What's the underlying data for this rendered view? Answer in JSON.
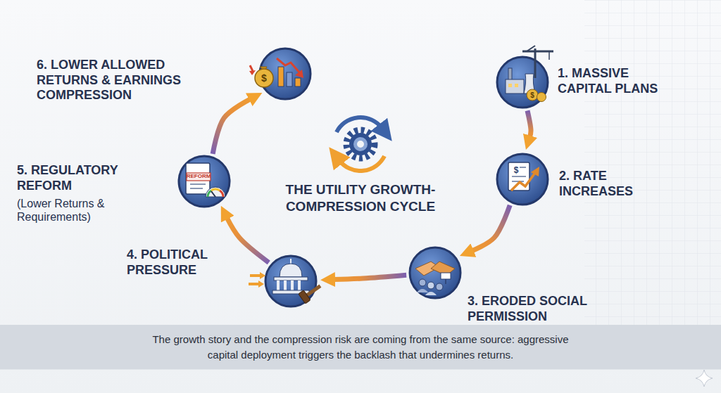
{
  "diagram": {
    "title": "THE UTILITY GROWTH-COMPRESSION CYCLE",
    "caption": "The growth story and the compression risk are coming from the same source: aggressive capital deployment triggers the backlash that undermines returns.",
    "nodes": [
      {
        "text": [
          "1. MASSIVE CAPITAL PLANS"
        ]
      },
      {
        "text": [
          "2. RATE INCREASES"
        ]
      },
      {
        "text": [
          "3. ERODED SOCIAL PERMISSION"
        ]
      },
      {
        "text": [
          "4. POLITICAL PRESSURE"
        ]
      },
      {
        "text": [
          "5. REGULATORY REFORM",
          "(Lower Returns & Requirements)"
        ]
      },
      {
        "text": [
          "6. LOWER ALLOWED RETURNS & EARNINGS COMPRESSION"
        ]
      }
    ],
    "edges": [
      {
        "from": 0,
        "to": 1,
        "arrow": "to"
      },
      {
        "from": 1,
        "to": 2,
        "arrow": "to"
      },
      {
        "from": 2,
        "to": 3,
        "arrow": "to"
      },
      {
        "from": 3,
        "to": 4,
        "arrow": "to"
      },
      {
        "from": 4,
        "to": 5,
        "arrow": "to"
      }
    ],
    "labels": [
      "$",
      "$",
      "REFORM",
      "$"
    ]
  }
}
